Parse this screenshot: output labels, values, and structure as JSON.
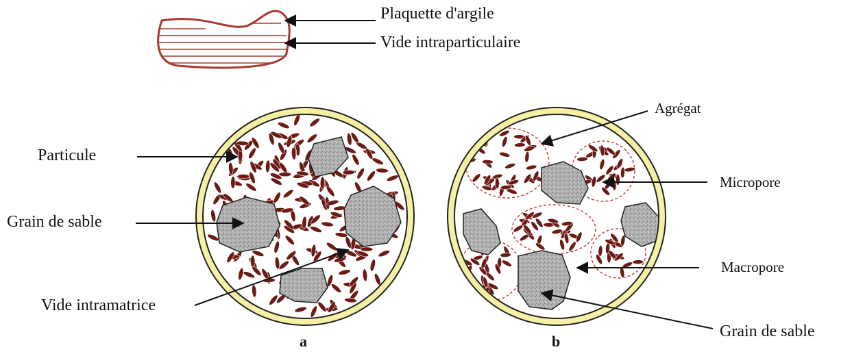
{
  "labels": {
    "plaquette": "Plaquette d'argile",
    "vide_intraparticulaire": "Vide intraparticulaire",
    "particule": "Particule",
    "grain_de_sable_a": "Grain de sable",
    "vide_intramatrice": "Vide intramatrice",
    "agregat": "Agrégat",
    "micropore": "Micropore",
    "macropore": "Macropore",
    "grain_de_sable_b": "Grain de sable",
    "panel_a": "a",
    "panel_b": "b"
  },
  "colors": {
    "clay": "#6b1a14",
    "clay_outline": "#a8392c",
    "ring_fill": "#f6f0a4",
    "ring_stroke": "#222222",
    "sand": "#b3b3b3",
    "aggregate_dash": "#c0392b"
  }
}
